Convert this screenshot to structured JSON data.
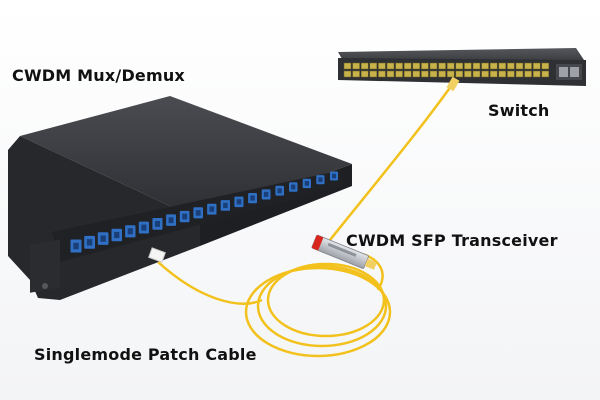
{
  "labels": {
    "mux": "CWDM Mux/Demux",
    "switch": "Switch",
    "transceiver": "CWDM SFP Transceiver",
    "cable": "Singlemode Patch Cable"
  },
  "colors": {
    "background": "#ffffff",
    "chassis": "#2b2d31",
    "lc_connector": "#2f6fc4",
    "switch_body": "#3a3c40",
    "switch_ports": "#c8b24a",
    "fiber": "#f2c11c",
    "sfp_module": "#b9bcc2",
    "sfp_latch": "#d8261c"
  },
  "devices": {
    "mux_connector_pairs": 20,
    "switch_port_columns": 24
  }
}
